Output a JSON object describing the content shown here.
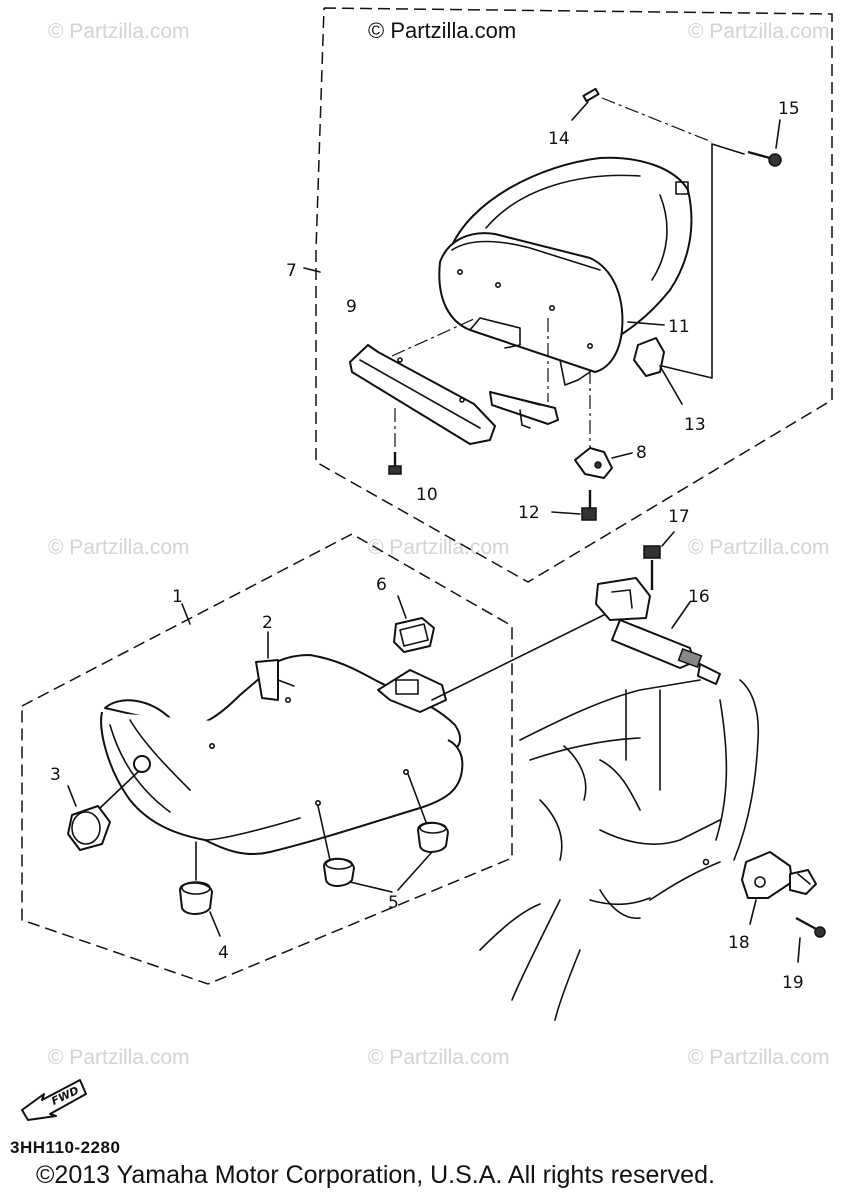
{
  "watermark": "© Partzilla.com",
  "brand_text": "© Partzilla.com",
  "diagram_code": "3HH110-2280",
  "copyright": "©2013 Yamaha Motor Corporation, U.S.A. All rights reserved.",
  "fwd_label": "FWD",
  "callouts": {
    "c1": "1",
    "c2": "2",
    "c3": "3",
    "c4": "4",
    "c5": "5",
    "c6": "6",
    "c7": "7",
    "c8": "8",
    "c9": "9",
    "c10": "10",
    "c11": "11",
    "c12": "12",
    "c13": "13",
    "c14": "14",
    "c15": "15",
    "c16": "16",
    "c17": "17",
    "c18": "18",
    "c19": "19"
  }
}
